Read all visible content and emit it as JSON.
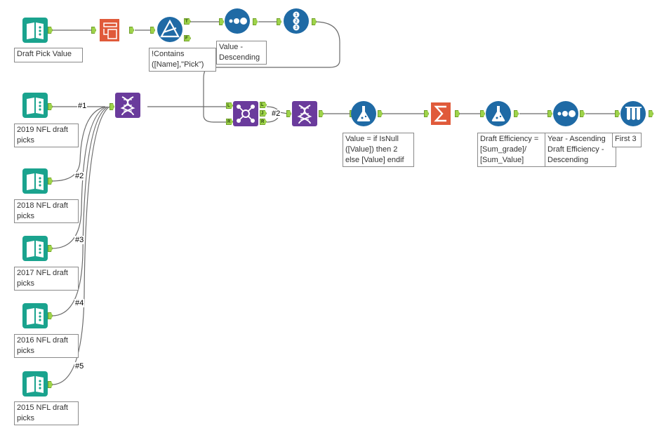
{
  "annotations": {
    "draft_pick_value": "Draft Pick Value",
    "filter_expr": "!Contains\n([Name],\"Pick\")",
    "sort_value_desc": "Value -\nDescending",
    "nfl_2019": "2019 NFL draft\npicks",
    "nfl_2018": "2018 NFL draft\npicks",
    "nfl_2017": "2017 NFL draft\npicks",
    "nfl_2016": "2016 NFL draft\npicks",
    "nfl_2015": "2015 NFL draft\npicks",
    "formula_value": "Value = if IsNull\n([Value]) then 2\nelse [Value] endif",
    "formula_efficiency": "Draft Efficiency =\n[Sum_grade]/\n[Sum_Value]",
    "sort_year_eff": "Year - Ascending\nDraft Efficiency -\nDescending",
    "first_3": "First 3"
  },
  "wire_labels": {
    "w1": "#1",
    "w2": "#2",
    "w3": "#3",
    "w4": "#4",
    "w5": "#5",
    "join_out": "#2"
  },
  "anchor_letters": {
    "filter_true": "T",
    "filter_false": "F",
    "join_left_in": "L",
    "join_right_in": "R",
    "join_left_out": "L",
    "join_inner_out": "J",
    "join_right_out": "R"
  },
  "colors": {
    "input_teal": "#1aa38e",
    "prep_blue": "#1f6aa5",
    "join_purple": "#6a3b9c",
    "transform_orange": "#e05a3a",
    "anchor_green": "#9ed34a",
    "wire": "#666666"
  }
}
